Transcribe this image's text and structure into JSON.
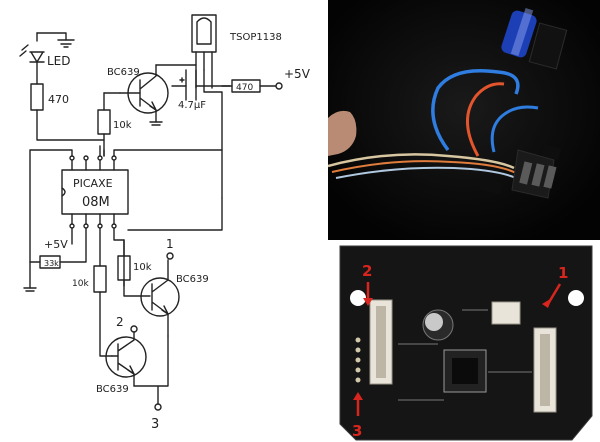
{
  "schematic": {
    "led_label": "LED",
    "r_led": "470",
    "ir_receiver": "TSOP1138",
    "r_supply": "470",
    "vcc_label": "+5V",
    "cap_label": "4.7µF",
    "t_top_label": "BC639",
    "r_base_top": "10k",
    "mcu_line1": "PICAXE",
    "mcu_line2": "08M",
    "mcu_vcc": "+5V",
    "r_33k": "33k",
    "r_mid": "10k",
    "r_low": "10k",
    "t_right_label": "BC639",
    "t_bottom_label": "BC639",
    "out_1": "1",
    "out_2": "2",
    "out_3": "3"
  },
  "photo_bottom": {
    "marker_1": "1",
    "marker_2": "2",
    "marker_3": "3"
  },
  "colors": {
    "marker": "#d8251e",
    "pcb": "#141414",
    "silk": "#d8d8d8"
  }
}
